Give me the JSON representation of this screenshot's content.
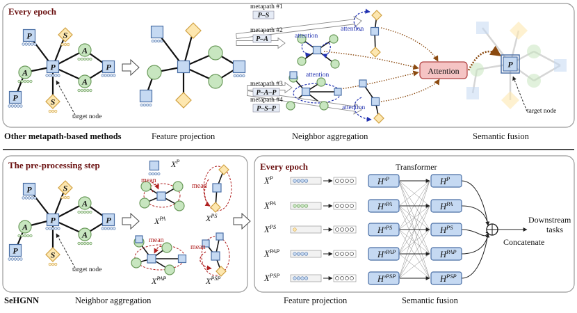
{
  "top": {
    "title": "Every epoch",
    "row_label": "Other metapath-based methods",
    "section_captions": [
      "Feature projection",
      "Neighbor aggregation",
      "Semantic fusion"
    ],
    "target_label": "target node",
    "metapaths": [
      "metapath #1",
      "metapath #2",
      "metapath #3",
      "metapath #4"
    ],
    "metapath_seqs": [
      "P–S",
      "P–A",
      "P–A–P",
      "P–S–P"
    ],
    "attention_label": "attention",
    "attention_box": "Attention"
  },
  "bottom": {
    "pre_title": "The pre-processing step",
    "row_label": "SeHGNN",
    "neighbor_caption": "Neighbor aggregation",
    "mean_label": "mean",
    "every_epoch": "Every epoch",
    "feature_caption": "Feature projection",
    "semantic_caption": "Semantic fusion",
    "transformer_label": "Transformer",
    "downstream_label": "Downstream tasks",
    "concatenate_label": "Concatenate",
    "features": [
      "P",
      "PA",
      "PS",
      "PAP",
      "PSP"
    ],
    "X_base": "X",
    "Hp_base": "H'",
    "H_base": "H"
  },
  "node_letters": {
    "paper": "P",
    "author": "A",
    "subject": "S"
  },
  "colors": {
    "paper": "#c5d9f2",
    "paper_border": "#4a6fa5",
    "author": "#c8e6c0",
    "author_border": "#6a9a5a",
    "subject": "#fde7b0",
    "subject_border": "#d0a040",
    "attention_box": "#f5c4c4",
    "attention_border": "#b04040",
    "mean": "#b02020",
    "attention_arrow": "#2030b0",
    "fuse_arrow": "#8b4a10",
    "title": "#6a1010"
  }
}
